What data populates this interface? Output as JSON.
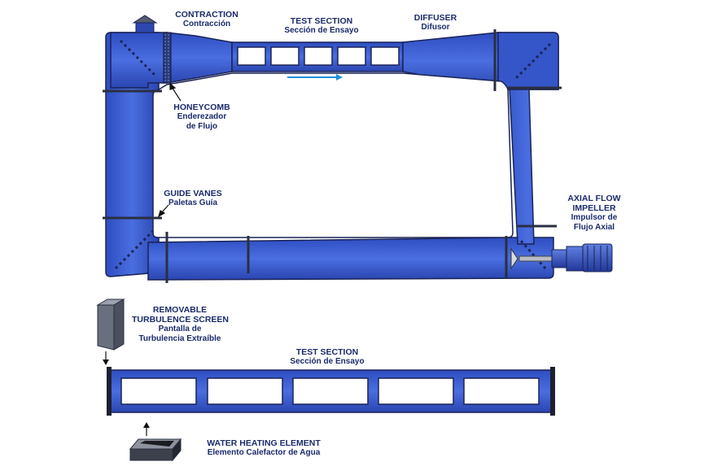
{
  "labels": {
    "contraction": {
      "title": "CONTRACTION",
      "subtitle": "Contracción"
    },
    "test_section_top": {
      "title": "TEST SECTION",
      "subtitle": "Sección de Ensayo"
    },
    "diffuser": {
      "title": "DIFFUSER",
      "subtitle": "Difusor"
    },
    "honeycomb": {
      "title": "HONEYCOMB",
      "subtitle_1": "Enderezador",
      "subtitle_2": "de Flujo"
    },
    "guide_vanes": {
      "title": "GUIDE VANES",
      "subtitle": "Paletas Guía"
    },
    "axial_flow": {
      "title_1": "AXIAL FLOW",
      "title_2": "IMPELLER",
      "subtitle_1": "Impulsor de",
      "subtitle_2": "Flujo Axial"
    },
    "removable_screen": {
      "title_1": "REMOVABLE",
      "title_2": "TURBULENCE SCREEN",
      "subtitle_1": "Pantalla de",
      "subtitle_2": "Turbulencia Extraíble"
    },
    "test_section_bottom": {
      "title": "TEST SECTION",
      "subtitle": "Sección de Ensayo"
    },
    "water_heating": {
      "title": "WATER HEATING ELEMENT",
      "subtitle": "Elemento Calefactor de Agua"
    }
  },
  "colors": {
    "tunnel_blue": "#3a5ed1",
    "tunnel_dark": "#23379a",
    "outline": "#1a2356",
    "label_text": "#1b2a6b",
    "flow_arrow": "#1e90d8"
  }
}
